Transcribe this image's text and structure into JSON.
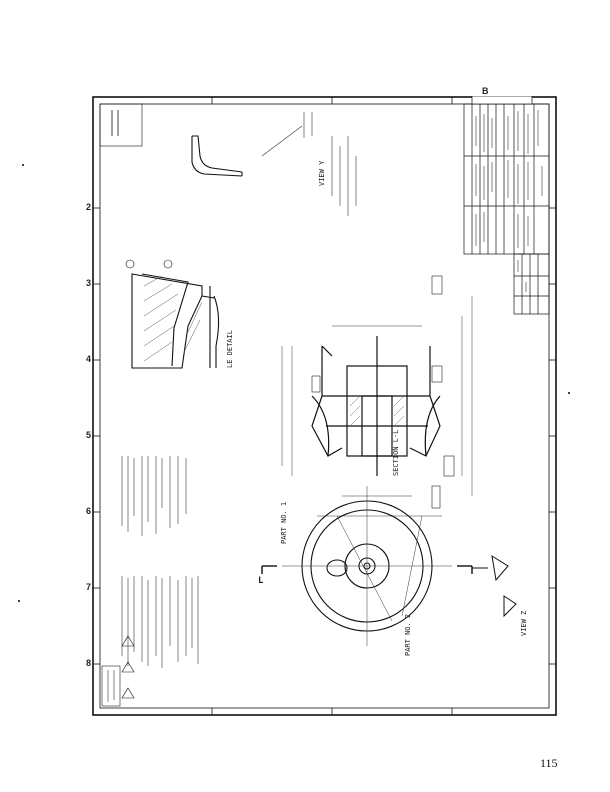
{
  "page_number": "115",
  "zone_numbers": [
    "2",
    "3",
    "4",
    "5",
    "6",
    "7",
    "8"
  ],
  "zone_letters": [
    "B"
  ],
  "views": {
    "section": "SECTION L-L",
    "detail_view": "VIEW Y",
    "detail_scale": "LE DETAIL",
    "view_z": "VIEW Z"
  },
  "labels": {
    "part_no_1": "PART NO. 1",
    "part_no_2": "PART NO. 2",
    "mark_l": "L"
  }
}
